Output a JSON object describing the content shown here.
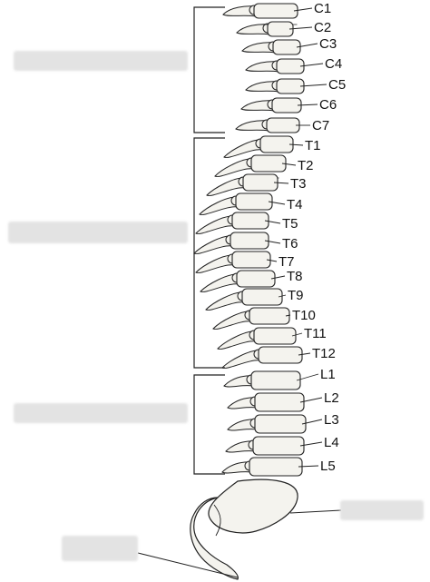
{
  "diagram": {
    "colors": {
      "bone_fill": "#f4f3ee",
      "outline": "#222222",
      "blank_box": "#e3e3e3",
      "text": "#111111"
    },
    "vertebrae": [
      "C1",
      "C2",
      "C3",
      "C4",
      "C5",
      "C6",
      "C7",
      "T1",
      "T2",
      "T3",
      "T4",
      "T5",
      "T6",
      "T7",
      "T8",
      "T9",
      "T10",
      "T11",
      "T12",
      "L1",
      "L2",
      "L3",
      "L4",
      "L5"
    ],
    "region_labels": [
      "",
      "",
      "",
      "",
      ""
    ]
  }
}
